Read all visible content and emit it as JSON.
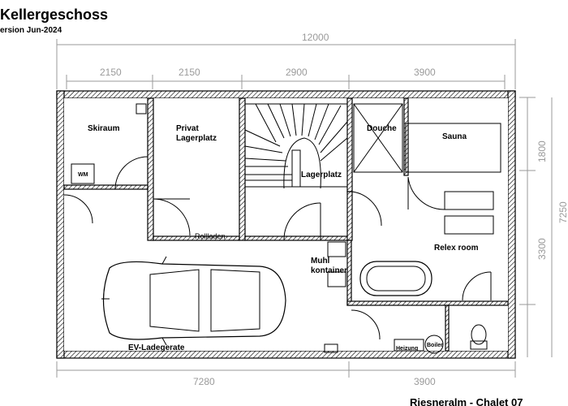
{
  "title": "Kellergeschoss",
  "version": "ersion Jun-2024",
  "footer": "Riesneralm - Chalet 07",
  "dimensions": {
    "total_width": "12000",
    "top": [
      "2150",
      "2150",
      "2900",
      "3900"
    ],
    "bottom": [
      "7280",
      "3900"
    ],
    "right_upper": "1800",
    "right_middle": "3300",
    "right_total": "7250"
  },
  "rooms": {
    "skiraum": "Skiraum",
    "wm": "WM",
    "privat_line1": "Privat",
    "privat_line2": "Lagerplatz",
    "rollladen": "Rollladen",
    "lagerplatz": "Lagerplatz",
    "dusche": "Douche",
    "sauna": "Sauna",
    "relex": "Relex room",
    "muhl_line1": "Muhl",
    "muhl_line2": "kontainer",
    "ev": "EV-Ladegerate",
    "heizung": "Heizung",
    "boiler": "Boiler"
  }
}
